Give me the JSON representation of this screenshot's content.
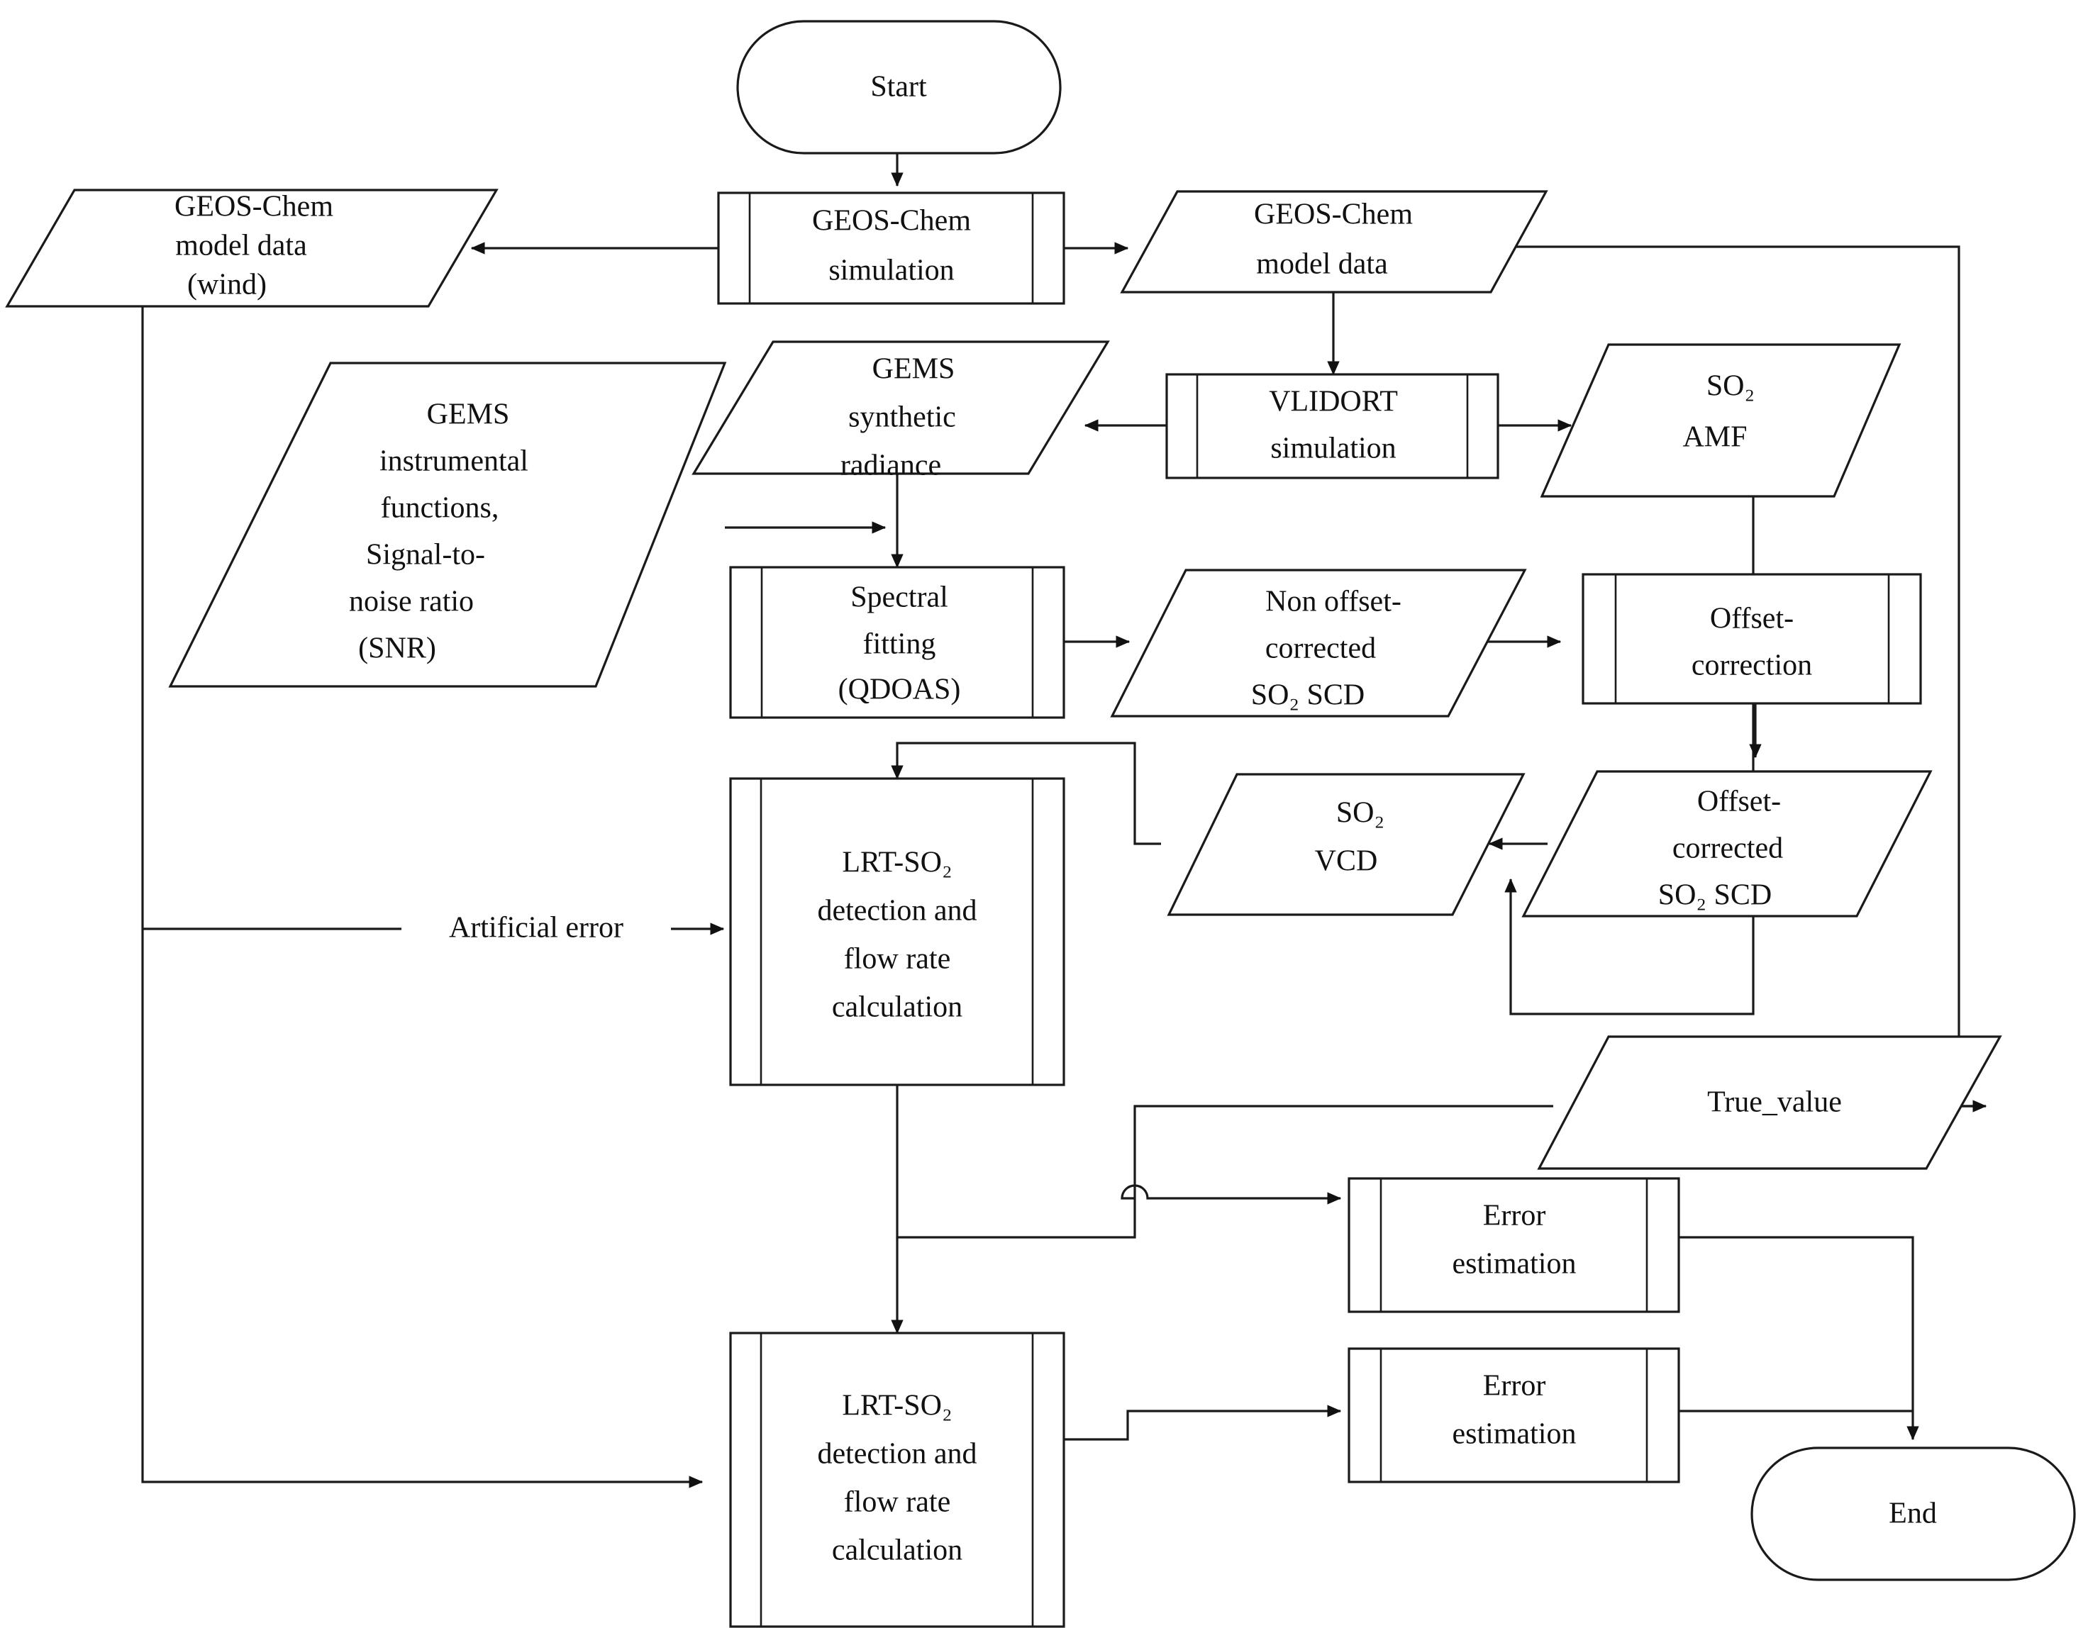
{
  "diagram": {
    "title": "SO2 retrieval and error estimation flowchart",
    "type": "flowchart",
    "colors": {
      "stroke": "#1a1a1a",
      "fill": "#ffffff",
      "text": "#111111"
    },
    "nodes": [
      {
        "id": "start",
        "shape": "terminator",
        "label": "Start"
      },
      {
        "id": "geos-sim",
        "shape": "predefined-process",
        "label_lines": [
          "GEOS-Chem",
          "simulation"
        ]
      },
      {
        "id": "geos-wind",
        "shape": "data-parallelogram",
        "label_lines": [
          "GEOS-Chem",
          "model data",
          "(wind)"
        ]
      },
      {
        "id": "geos-model-data",
        "shape": "data-parallelogram",
        "label_lines": [
          "GEOS-Chem",
          "model data"
        ]
      },
      {
        "id": "vlidort",
        "shape": "predefined-process",
        "label_lines": [
          "VLIDORT",
          "simulation"
        ]
      },
      {
        "id": "so2-amf",
        "shape": "data-parallelogram",
        "label_lines": [
          "SO₂",
          "AMF"
        ]
      },
      {
        "id": "gems-radiance",
        "shape": "data-parallelogram",
        "label_lines": [
          "GEMS",
          "synthetic",
          "radiance"
        ]
      },
      {
        "id": "gems-instrument",
        "shape": "data-parallelogram",
        "label_lines": [
          "GEMS",
          "instrumental",
          "functions,",
          "Signal-to-",
          "noise ratio",
          "(SNR)"
        ]
      },
      {
        "id": "spectral-fitting",
        "shape": "predefined-process",
        "label_lines": [
          "Spectral",
          "fitting",
          "(QDOAS)"
        ]
      },
      {
        "id": "non-offset-scd",
        "shape": "data-parallelogram",
        "label_lines": [
          "Non offset-",
          "corrected",
          "SO₂ SCD"
        ]
      },
      {
        "id": "offset-correction",
        "shape": "predefined-process",
        "label_lines": [
          "Offset-",
          "correction"
        ]
      },
      {
        "id": "offset-scd",
        "shape": "data-parallelogram",
        "label_lines": [
          "Offset-",
          "corrected",
          "SO₂ SCD"
        ]
      },
      {
        "id": "so2-vcd",
        "shape": "data-parallelogram",
        "label_lines": [
          "SO₂",
          "VCD"
        ]
      },
      {
        "id": "lrt-top",
        "shape": "predefined-process",
        "label_lines": [
          "LRT-SO₂",
          "detection and",
          "flow rate",
          "calculation"
        ]
      },
      {
        "id": "true-value",
        "shape": "data-parallelogram",
        "label_lines": [
          "True_value"
        ]
      },
      {
        "id": "error-est-top",
        "shape": "predefined-process",
        "label_lines": [
          "Error",
          "estimation"
        ]
      },
      {
        "id": "error-est-bottom",
        "shape": "predefined-process",
        "label_lines": [
          "Error",
          "estimation"
        ]
      },
      {
        "id": "lrt-bottom",
        "shape": "predefined-process",
        "label_lines": [
          "LRT-SO₂",
          "detection and",
          "flow rate",
          "calculation"
        ]
      },
      {
        "id": "end",
        "shape": "terminator",
        "label": "End"
      }
    ],
    "edge_labels": [
      {
        "id": "artificial-error",
        "label": "Artificial error"
      }
    ],
    "edges": [
      {
        "from": "start",
        "to": "geos-sim"
      },
      {
        "from": "geos-sim",
        "to": "geos-wind"
      },
      {
        "from": "geos-sim",
        "to": "geos-model-data"
      },
      {
        "from": "geos-model-data",
        "to": "vlidort"
      },
      {
        "from": "geos-model-data",
        "to": "true-value"
      },
      {
        "from": "vlidort",
        "to": "gems-radiance"
      },
      {
        "from": "vlidort",
        "to": "so2-amf"
      },
      {
        "from": "so2-amf",
        "to": "so2-vcd"
      },
      {
        "from": "gems-radiance",
        "to": "spectral-fitting"
      },
      {
        "from": "gems-instrument",
        "to": "spectral-fitting"
      },
      {
        "from": "spectral-fitting",
        "to": "non-offset-scd"
      },
      {
        "from": "non-offset-scd",
        "to": "offset-correction"
      },
      {
        "from": "offset-correction",
        "to": "offset-scd"
      },
      {
        "from": "offset-scd",
        "to": "so2-vcd"
      },
      {
        "from": "so2-vcd",
        "to": "lrt-top"
      },
      {
        "from": "geos-wind",
        "to": "lrt-top",
        "label": "Artificial error"
      },
      {
        "from": "geos-wind",
        "to": "lrt-bottom"
      },
      {
        "from": "lrt-top",
        "to": "error-est-top"
      },
      {
        "from": "lrt-top",
        "to": "lrt-bottom"
      },
      {
        "from": "true-value",
        "to": "error-est-top"
      },
      {
        "from": "lrt-bottom",
        "to": "error-est-bottom"
      },
      {
        "from": "error-est-top",
        "to": "end"
      },
      {
        "from": "error-est-bottom",
        "to": "end"
      }
    ]
  }
}
